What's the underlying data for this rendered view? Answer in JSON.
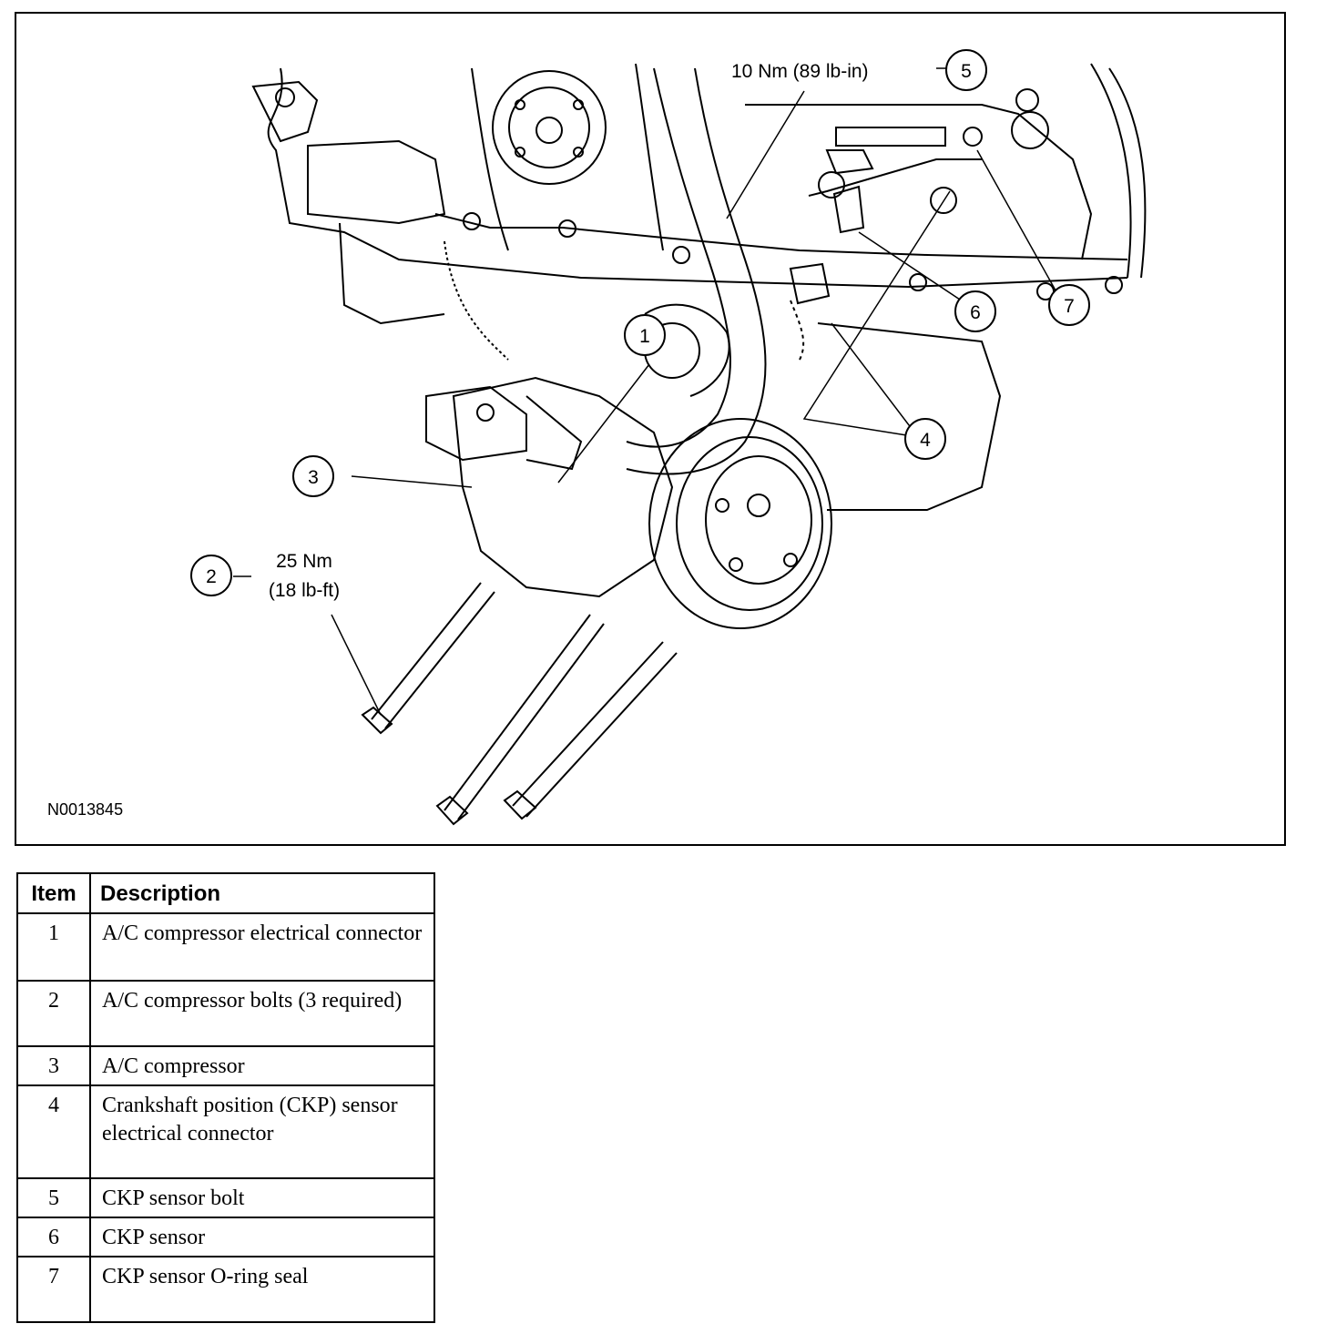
{
  "figure": {
    "id": "N0013845",
    "callouts": [
      {
        "number": "1"
      },
      {
        "number": "2"
      },
      {
        "number": "3"
      },
      {
        "number": "4"
      },
      {
        "number": "5"
      },
      {
        "number": "6"
      },
      {
        "number": "7"
      }
    ],
    "torque_labels": {
      "bolt_compressor_line1": "25 Nm",
      "bolt_compressor_line2": "(18 lb-ft)",
      "ckp_bolt": "10 Nm (89 lb-in)"
    }
  },
  "legend": {
    "headers": {
      "item": "Item",
      "description": "Description"
    },
    "rows": [
      {
        "item": "1",
        "description": "A/C compressor electrical connector"
      },
      {
        "item": "2",
        "description": "A/C compressor bolts (3 required)"
      },
      {
        "item": "3",
        "description": "A/C compressor"
      },
      {
        "item": "4",
        "description": "Crankshaft position (CKP) sensor electrical connector"
      },
      {
        "item": "5",
        "description": "CKP sensor bolt"
      },
      {
        "item": "6",
        "description": "CKP sensor"
      },
      {
        "item": "7",
        "description": "CKP sensor O-ring seal"
      }
    ]
  }
}
